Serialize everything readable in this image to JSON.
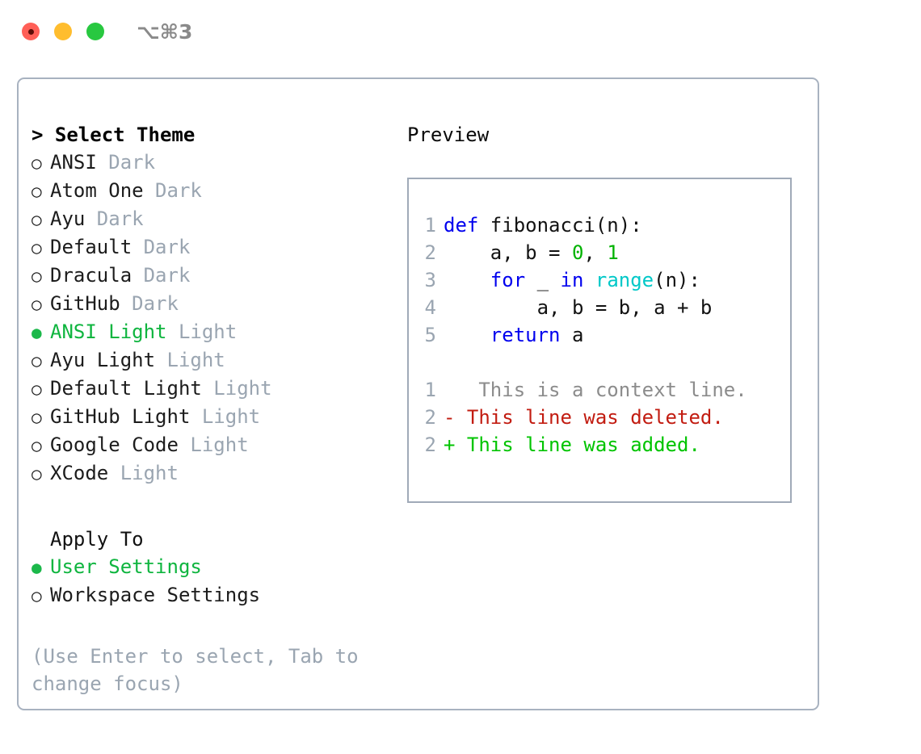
{
  "titlebar": {
    "shortcut": "⌥⌘3",
    "buttons": [
      {
        "name": "close",
        "color": "#ff5f57"
      },
      {
        "name": "minimize",
        "color": "#ffbd2e"
      },
      {
        "name": "maximize",
        "color": "#28c840"
      }
    ]
  },
  "theme_panel": {
    "header": "> Select Theme",
    "options": [
      {
        "bullet": "○",
        "name": "ANSI",
        "tag": "Dark",
        "selected": false
      },
      {
        "bullet": "○",
        "name": "Atom One",
        "tag": "Dark",
        "selected": false
      },
      {
        "bullet": "○",
        "name": "Ayu",
        "tag": "Dark",
        "selected": false
      },
      {
        "bullet": "○",
        "name": "Default",
        "tag": "Dark",
        "selected": false
      },
      {
        "bullet": "○",
        "name": "Dracula",
        "tag": "Dark",
        "selected": false
      },
      {
        "bullet": "○",
        "name": "GitHub",
        "tag": "Dark",
        "selected": false
      },
      {
        "bullet": "●",
        "name": "ANSI Light",
        "tag": "Light",
        "selected": true
      },
      {
        "bullet": "○",
        "name": "Ayu Light",
        "tag": "Light",
        "selected": false
      },
      {
        "bullet": "○",
        "name": "Default Light",
        "tag": "Light",
        "selected": false
      },
      {
        "bullet": "○",
        "name": "GitHub Light",
        "tag": "Light",
        "selected": false
      },
      {
        "bullet": "○",
        "name": "Google Code",
        "tag": "Light",
        "selected": false
      },
      {
        "bullet": "○",
        "name": "XCode",
        "tag": "Light",
        "selected": false
      }
    ]
  },
  "apply_to": {
    "header": "Apply To",
    "options": [
      {
        "bullet": "●",
        "name": "User Settings",
        "selected": true
      },
      {
        "bullet": "○",
        "name": "Workspace Settings",
        "selected": false
      }
    ]
  },
  "hint": "(Use Enter to select, Tab to change focus)",
  "preview": {
    "title": "Preview",
    "code_lines": [
      {
        "number": "1",
        "tokens": [
          {
            "t": "def ",
            "k": "kw"
          },
          {
            "t": "fibonacci(n):",
            "k": "plain"
          }
        ]
      },
      {
        "number": "2",
        "tokens": [
          {
            "t": "    a, b = ",
            "k": "plain"
          },
          {
            "t": "0",
            "k": "num"
          },
          {
            "t": ", ",
            "k": "plain"
          },
          {
            "t": "1",
            "k": "num"
          }
        ]
      },
      {
        "number": "3",
        "tokens": [
          {
            "t": "    ",
            "k": "plain"
          },
          {
            "t": "for",
            "k": "kw"
          },
          {
            "t": " _ ",
            "k": "plain"
          },
          {
            "t": "in",
            "k": "kw"
          },
          {
            "t": " ",
            "k": "plain"
          },
          {
            "t": "range",
            "k": "fn"
          },
          {
            "t": "(n):",
            "k": "plain"
          }
        ]
      },
      {
        "number": "4",
        "tokens": [
          {
            "t": "        a, b = b, a + b",
            "k": "plain"
          }
        ]
      },
      {
        "number": "5",
        "tokens": [
          {
            "t": "    ",
            "k": "plain"
          },
          {
            "t": "return",
            "k": "kw"
          },
          {
            "t": " a",
            "k": "plain"
          }
        ]
      }
    ],
    "diff_lines": [
      {
        "number": "1",
        "marker": " ",
        "text": "  This is a context line.",
        "kind": "ctx"
      },
      {
        "number": "2",
        "marker": "-",
        "text": " This line was deleted.",
        "kind": "del"
      },
      {
        "number": "2",
        "marker": "+",
        "text": " This line was added.",
        "kind": "add"
      }
    ]
  },
  "colors": {
    "accent_green": "#0fb53f",
    "muted": "#9aa5b1",
    "border": "#a8b2c0",
    "keyword": "#0000ee",
    "function": "#00c8c8",
    "number": "#00b200",
    "diff_delete": "#c21c11",
    "diff_add": "#00c400"
  }
}
